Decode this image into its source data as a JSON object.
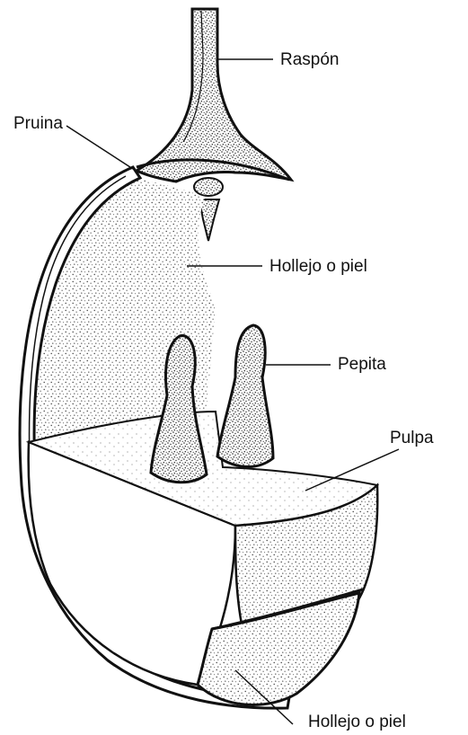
{
  "labels": {
    "raspon": "Raspón",
    "pruina": "Pruina",
    "hollejo_top": "Hollejo o piel",
    "pepita": "Pepita",
    "pulpa": "Pulpa",
    "hollejo_bottom": "Hollejo o piel"
  },
  "colors": {
    "ink": "#111111",
    "paper": "#ffffff",
    "stipple": "#3a3a3a"
  }
}
